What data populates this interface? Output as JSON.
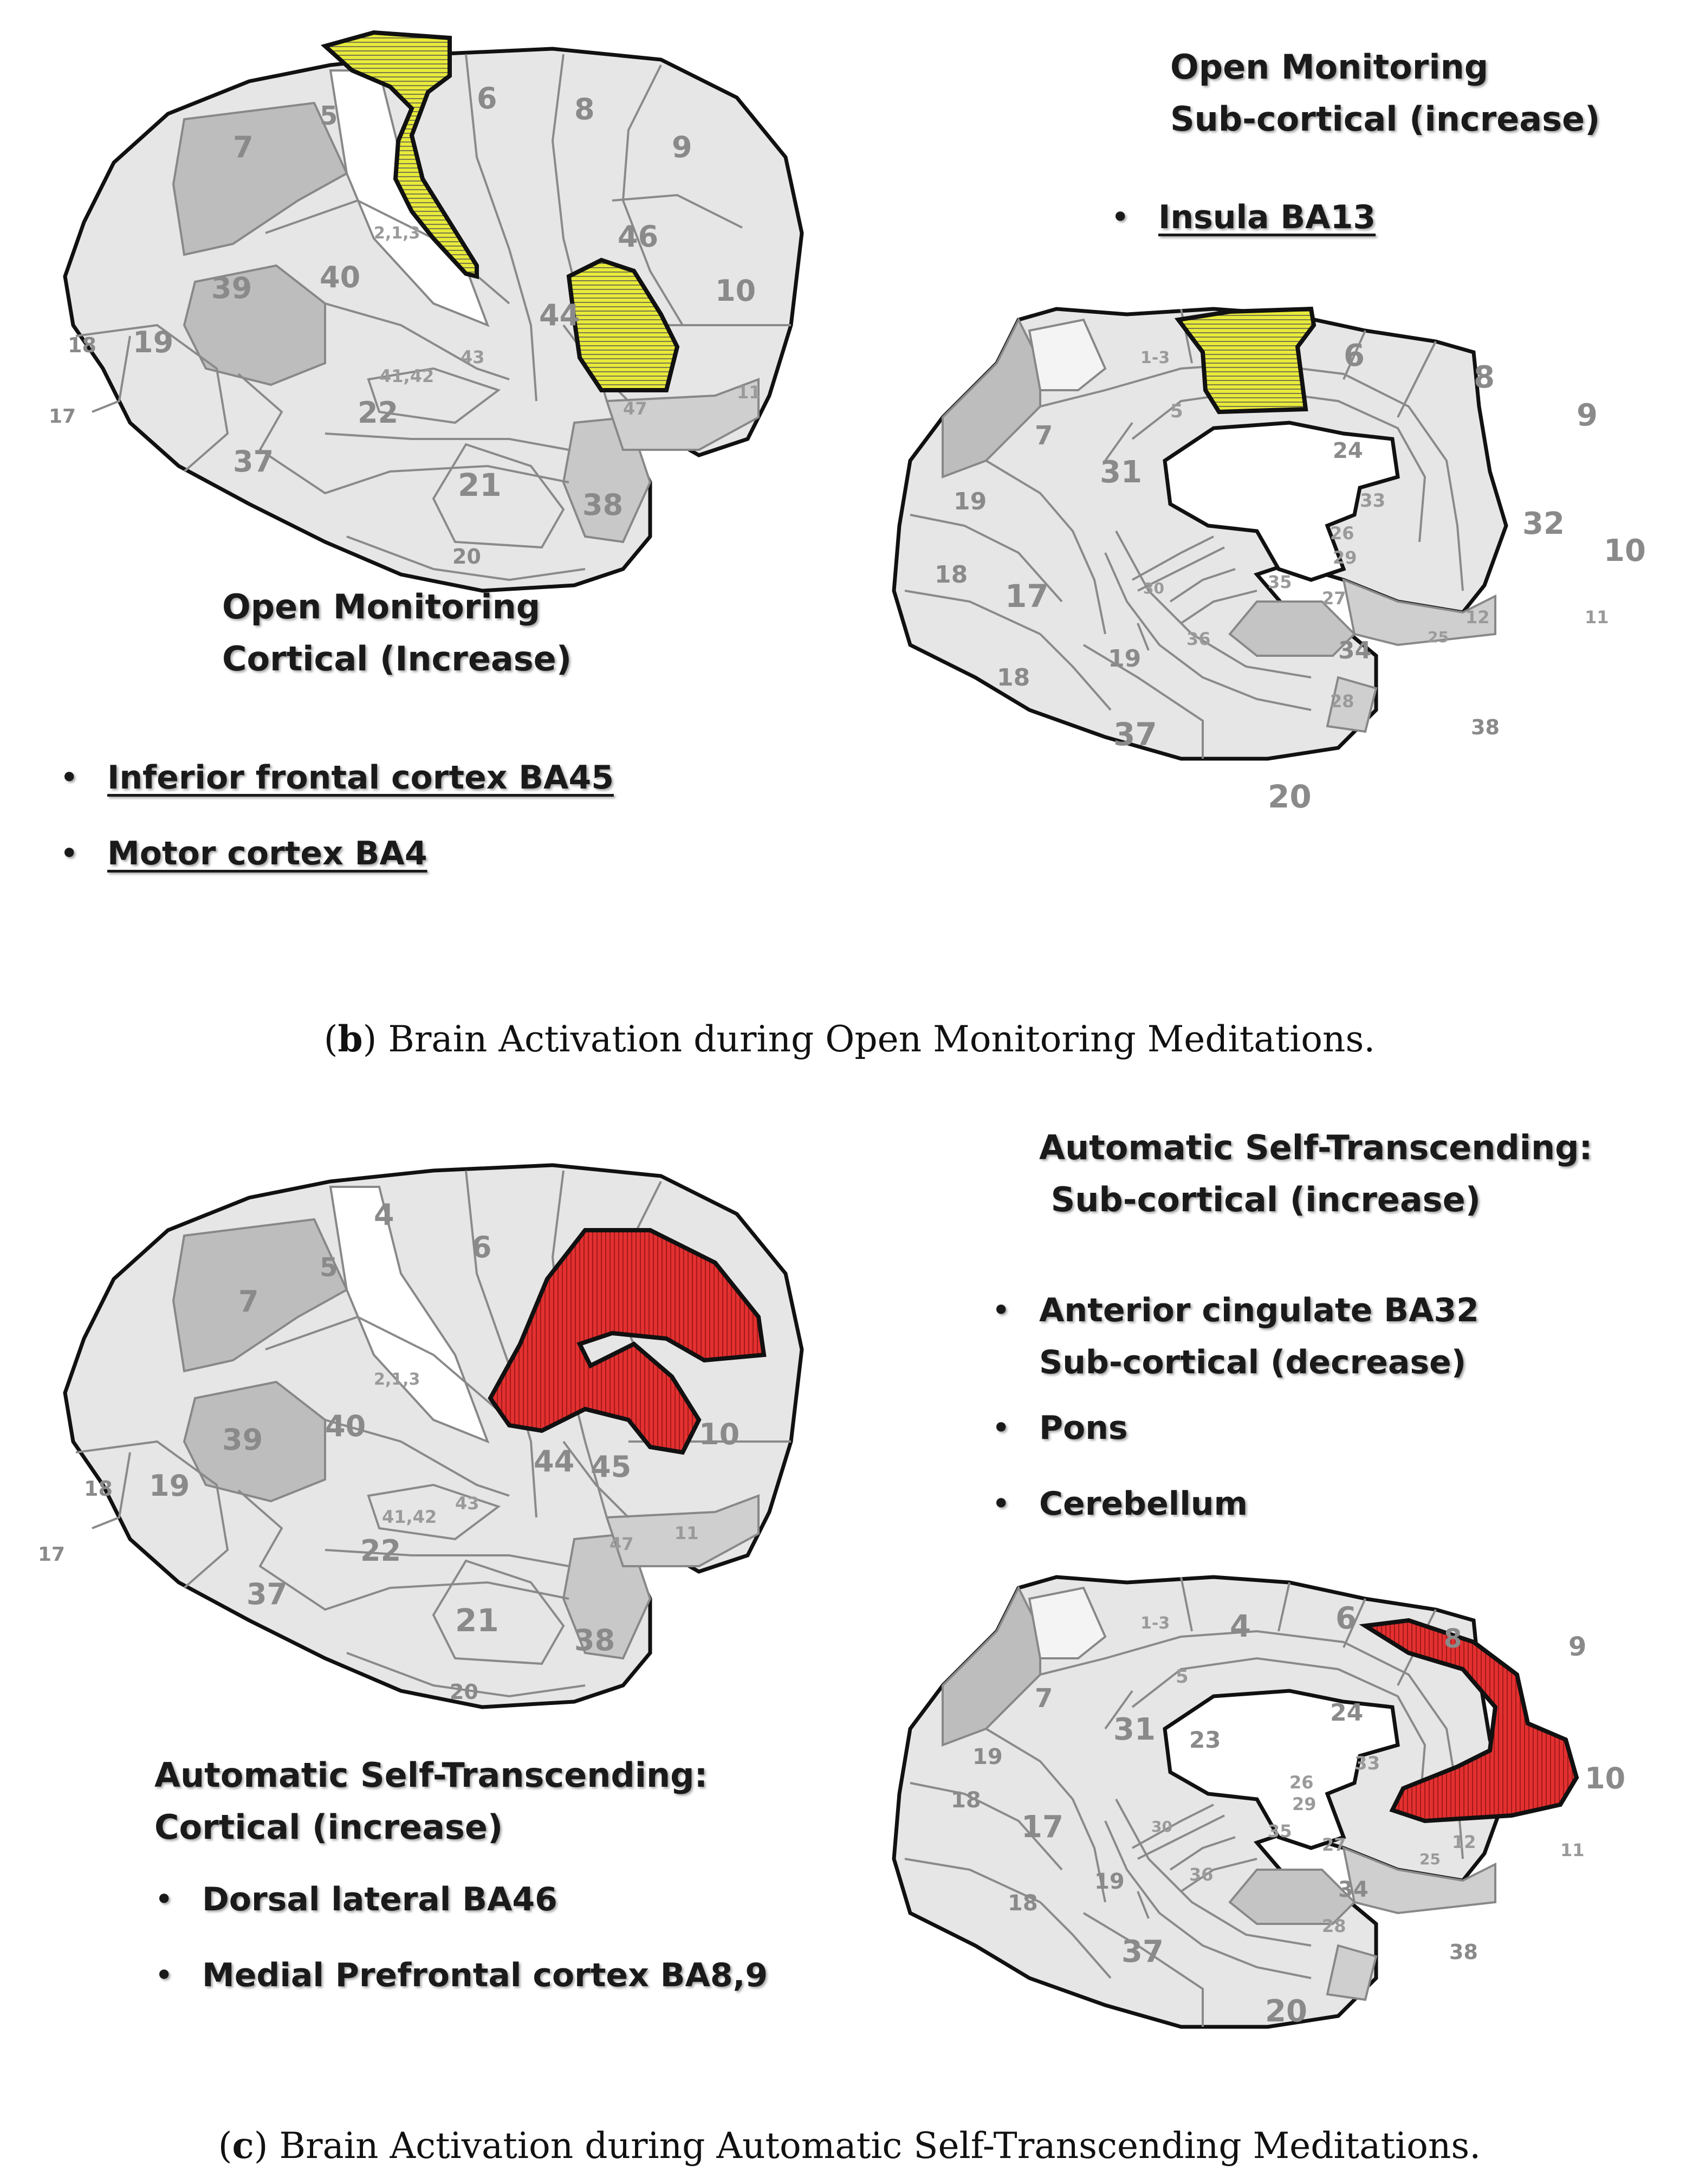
{
  "panel_b": {
    "cortical_heading": [
      "Open Monitoring",
      "Cortical (Increase)"
    ],
    "cortical_items": [
      "Inferior frontal cortex BA45",
      "Motor cortex BA4"
    ],
    "subcortical_heading": [
      "Open Monitoring",
      "Sub-cortical (increase)"
    ],
    "subcortical_items": [
      "Insula BA13"
    ],
    "caption_letter": "b",
    "caption_text": "Brain Activation during Open Monitoring Meditations."
  },
  "panel_c": {
    "cortical_heading": [
      "Automatic Self-Transcending:",
      "Cortical (increase)"
    ],
    "cortical_items": [
      "Dorsal lateral BA46",
      "Medial Prefrontal cortex BA8,9"
    ],
    "subcortical_heading": [
      "Automatic Self-Transcending:",
      " Sub-cortical (increase)"
    ],
    "subcortical_items": [
      "Anterior cingulate BA32",
      "Sub-cortical (decrease)",
      "Pons",
      "Cerebellum"
    ],
    "caption_letter": "c",
    "caption_text": "Brain Activation during Automatic Self-Transcending Meditations."
  },
  "lateral_area_labels": [
    "5",
    "7",
    "6",
    "8",
    "9",
    "2,1,3",
    "40",
    "39",
    "46",
    "10",
    "44",
    "45",
    "4",
    "18",
    "19",
    "41,42",
    "43",
    "17",
    "22",
    "47",
    "11",
    "37",
    "21",
    "38",
    "20"
  ],
  "medial_area_labels": [
    "1-3",
    "4",
    "6",
    "8",
    "9",
    "5",
    "7",
    "31",
    "23",
    "24",
    "33",
    "32",
    "19",
    "26",
    "29",
    "10",
    "18",
    "35",
    "27",
    "30",
    "17",
    "36",
    "34",
    "25",
    "12",
    "11",
    "28",
    "38",
    "37",
    "20"
  ],
  "colors": {
    "highlight_yellow": "#e4e62e",
    "highlight_red": "#e02a2a",
    "cortex_light": "#e6e6e6",
    "cortex_dark": "#bdbdbd",
    "outline": "#111111"
  }
}
